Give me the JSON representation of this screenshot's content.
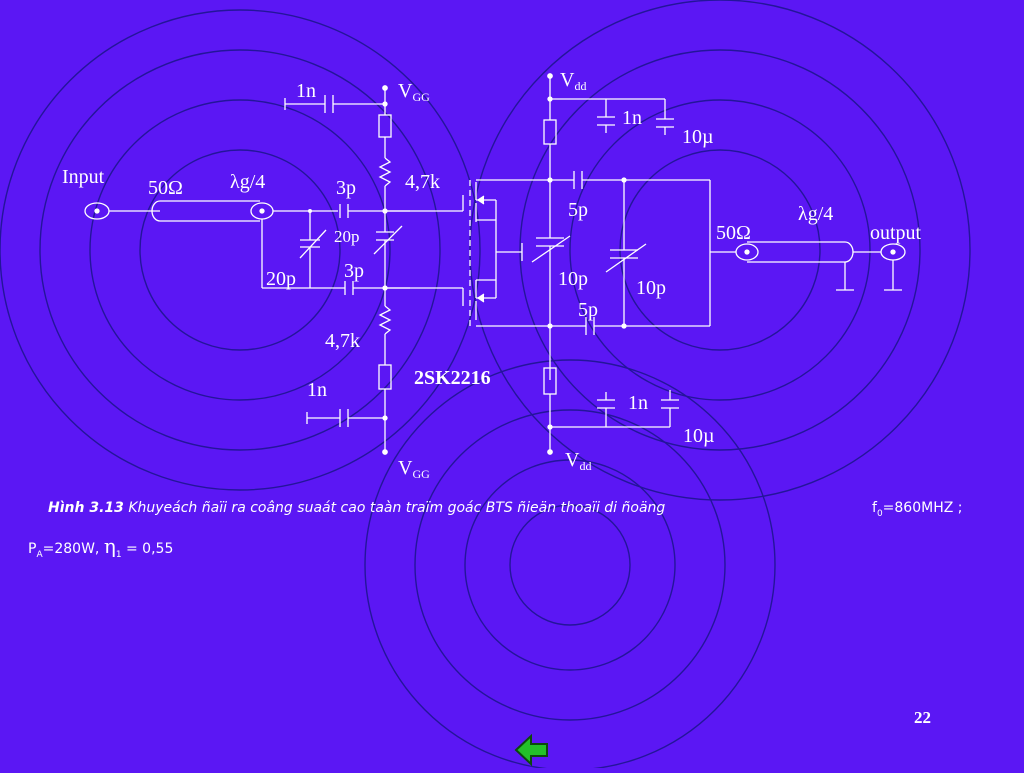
{
  "colors": {
    "background": "#5b17f4",
    "lines": "#ffffff",
    "circles": "#24159a",
    "arrow": "#23c12a"
  },
  "circuit": {
    "input_label": "Input",
    "output_label": "output",
    "z_in": "50Ω",
    "z_out": "50Ω",
    "tl_in": "λg/4",
    "tl_out": "λg/4",
    "c_top_left": "1n",
    "c_bot_left": "1n",
    "vgg_top": {
      "main": "V",
      "sub": "GG"
    },
    "vgg_bot": {
      "main": "V",
      "sub": "GG"
    },
    "vdd_top": {
      "main": "V",
      "sub": "dd"
    },
    "vdd_bot": {
      "main": "V",
      "sub": "dd"
    },
    "r_top": "4,7k",
    "r_bot": "4,7k",
    "c_3p_top": "3p",
    "c_3p_bot": "3p",
    "c_20p_a": "20p",
    "c_20p_b": "20p",
    "transistor": "2SK2216",
    "c_5p_top": "5p",
    "c_5p_bot": "5p",
    "c_10p_a": "10p",
    "c_10p_b": "10p",
    "c_1n_top_right": "1n",
    "c_1n_bot_right": "1n",
    "c_10u_top": "10µ",
    "c_10u_bot": "10µ"
  },
  "caption": {
    "fig": "Hình 3.13",
    "text": "Khuyeách ñaïi ra coâng suaát cao taàn traïm goác BTS ñieän thoaïi di ñoäng",
    "f_main": "f",
    "f_sub": "0",
    "f_rest": "=860MHZ ;",
    "p_main": "P",
    "p_sub": "A",
    "p_rest": "=280W,",
    "eta_symbol": "η",
    "eta_sub": "1",
    "eta_rest": "= 0,55"
  },
  "page_number": "22",
  "nav_icon": "back-arrow-icon"
}
